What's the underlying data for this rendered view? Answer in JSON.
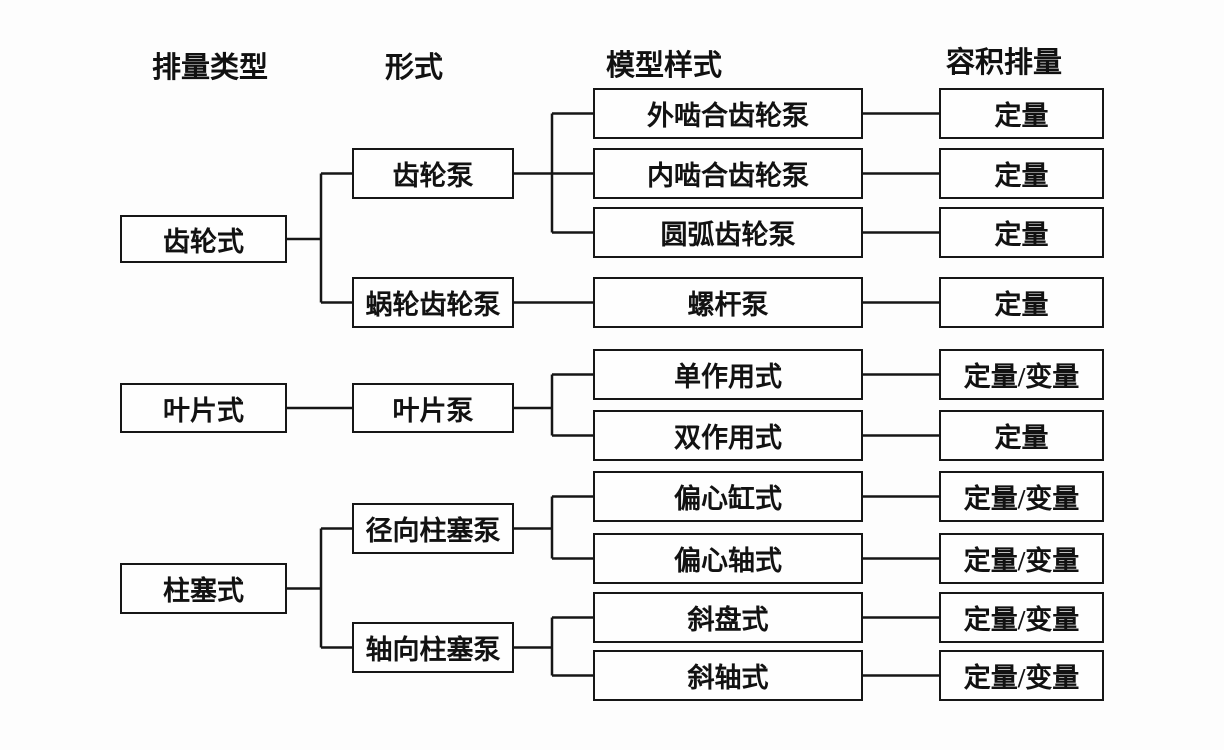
{
  "headers": {
    "displacement_type": "排量类型",
    "form": "形式",
    "model_style": "模型样式",
    "volumetric_displacement": "容积排量"
  },
  "tree": [
    {
      "type": {
        "label": "齿轮式"
      },
      "forms": [
        {
          "label": "齿轮泵",
          "models": [
            {
              "label": "外啮合齿轮泵",
              "displacement": "定量"
            },
            {
              "label": "内啮合齿轮泵",
              "displacement": "定量"
            },
            {
              "label": "圆弧齿轮泵",
              "displacement": "定量"
            }
          ]
        },
        {
          "label": "蜗轮齿轮泵",
          "models": [
            {
              "label": "螺杆泵",
              "displacement": "定量"
            }
          ]
        }
      ]
    },
    {
      "type": {
        "label": "叶片式"
      },
      "forms": [
        {
          "label": "叶片泵",
          "models": [
            {
              "label": "单作用式",
              "displacement": "定量/变量"
            },
            {
              "label": "双作用式",
              "displacement": "定量"
            }
          ]
        }
      ]
    },
    {
      "type": {
        "label": "柱塞式"
      },
      "forms": [
        {
          "label": "径向柱塞泵",
          "models": [
            {
              "label": "偏心缸式",
              "displacement": "定量/变量"
            },
            {
              "label": "偏心轴式",
              "displacement": "定量/变量"
            }
          ]
        },
        {
          "label": "轴向柱塞泵",
          "models": [
            {
              "label": "斜盘式",
              "displacement": "定量/变量"
            },
            {
              "label": "斜轴式",
              "displacement": "定量/变量"
            }
          ]
        }
      ]
    }
  ],
  "colors": {
    "ink": "#111111",
    "background": "#ffffff"
  }
}
